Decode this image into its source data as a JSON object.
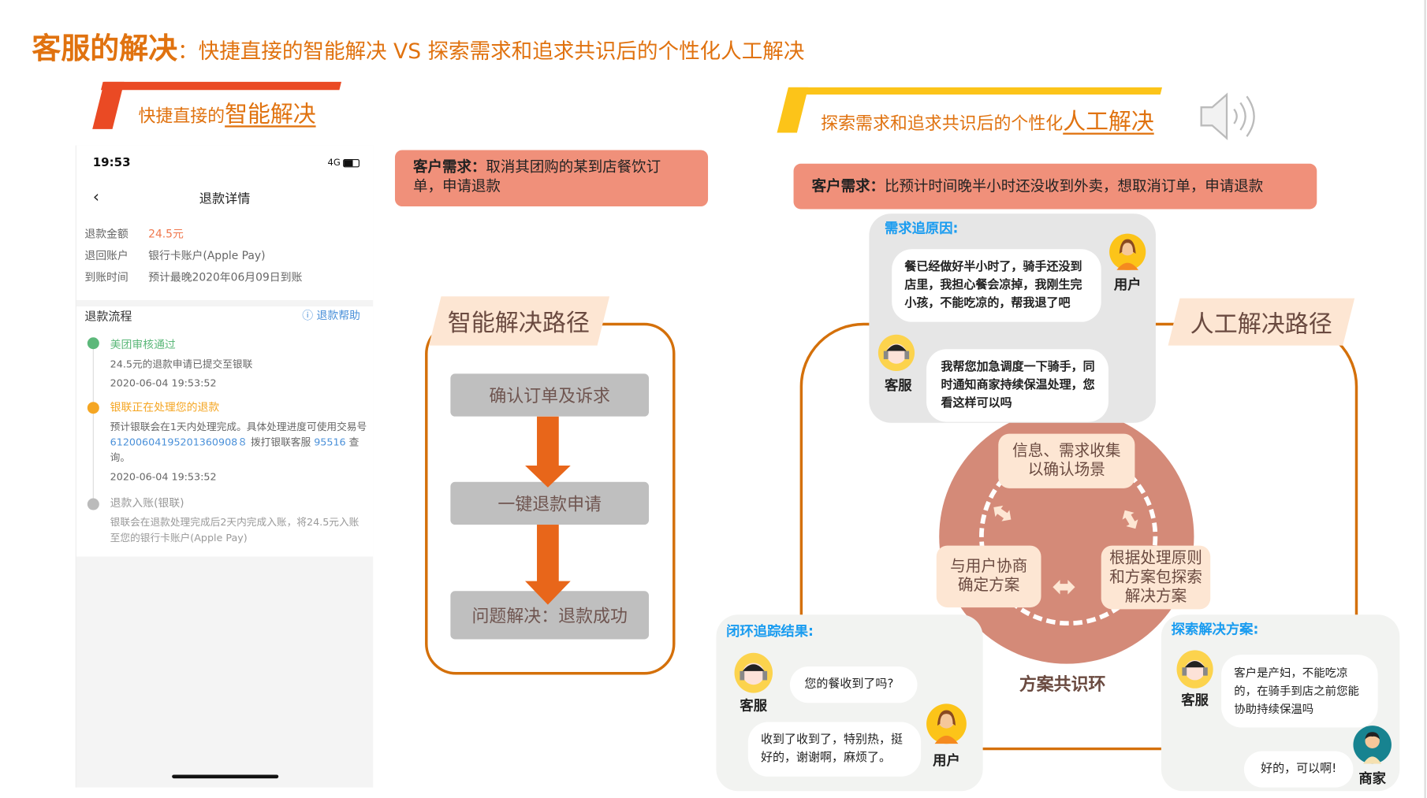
{
  "title": {
    "bold": "客服的解决",
    "rest": "：快捷直接的智能解决 VS 探索需求和追求共识后的个性化人工解决"
  },
  "left": {
    "header_prefix": "快捷直接的",
    "header_highlight": "智能解决",
    "demand_label": "客户需求：",
    "demand_text": "取消其团购的某到店餐饮订单，申请退款",
    "path_label": "智能解决路径",
    "steps": [
      "确认订单及诉求",
      "一键退款申请",
      "问题解决：退款成功"
    ]
  },
  "phone": {
    "time": "19:53",
    "network": "4G",
    "page_title": "退款详情",
    "rows": [
      {
        "label": "退款金额",
        "value": "24.5元"
      },
      {
        "label": "退回账户",
        "value": "银行卡账户(Apple Pay)"
      },
      {
        "label": "到账时间",
        "value": "预计最晚2020年06月09日到账"
      }
    ],
    "process_title": "退款流程",
    "help": "退款帮助",
    "timeline": [
      {
        "title": "美团审核通过",
        "desc": "24.5元的退款申请已提交至银联",
        "time": "2020-06-04 19:53:52",
        "color": "#5cb87a"
      },
      {
        "title": "银联正在处理您的退款",
        "desc_a": "预计银联会在1天内处理完成。具体处理进度可使用交易号 ",
        "txn": "61200604195201360908８",
        "desc_b": " 拨打银联客服 ",
        "phone": "95516",
        "desc_c": " 查询。",
        "time": "2020-06-04 19:53:52",
        "color": "#f5a623"
      },
      {
        "title": "退款入账(银联)",
        "desc": "银联会在退款处理完成后2天内完成入账，将24.5元入账至您的银行卡账户(Apple Pay)",
        "color": "#bbbbbb"
      }
    ]
  },
  "right": {
    "header_prefix": "探索需求和追求共识后的个性化",
    "header_highlight": "人工解决",
    "demand_label": "客户需求：",
    "demand_text": "比预计时间晚半小时还没收到外卖，想取消订单，申请退款",
    "path_label": "人工解决路径",
    "chat1": {
      "title": "需求追原因:",
      "user_msg": "餐已经做好半小时了，骑手还没到店里，我担心餐会凉掉，我刚生完小孩，不能吃凉的，帮我退了吧",
      "agent_msg": "我帮您加急调度一下骑手，同时通知商家持续保温处理，您看这样可以吗"
    },
    "cycle": {
      "top": "信息、需求收集以确认场景",
      "left": "与用户协商确定方案",
      "right": "根据处理原则和方案包探索解决方案",
      "label": "方案共识环"
    },
    "chat2": {
      "title": "闭环追踪结果:",
      "agent_msg": "您的餐收到了吗?",
      "user_msg": "收到了收到了，特别热，挺好的，谢谢啊，麻烦了。"
    },
    "chat3": {
      "title": "探索解决方案:",
      "agent_msg": "客户是产妇，不能吃凉的，在骑手到店之前您能协助持续保温吗",
      "merchant_msg": "好的，可以啊!"
    },
    "names": {
      "user": "用户",
      "agent": "客服",
      "merchant": "商家"
    }
  },
  "colors": {
    "orange": "#e0720f",
    "salmon": "#f0907a",
    "ring": "#d48a78",
    "peach": "#fde6d3",
    "blue": "#1a9cf0"
  }
}
